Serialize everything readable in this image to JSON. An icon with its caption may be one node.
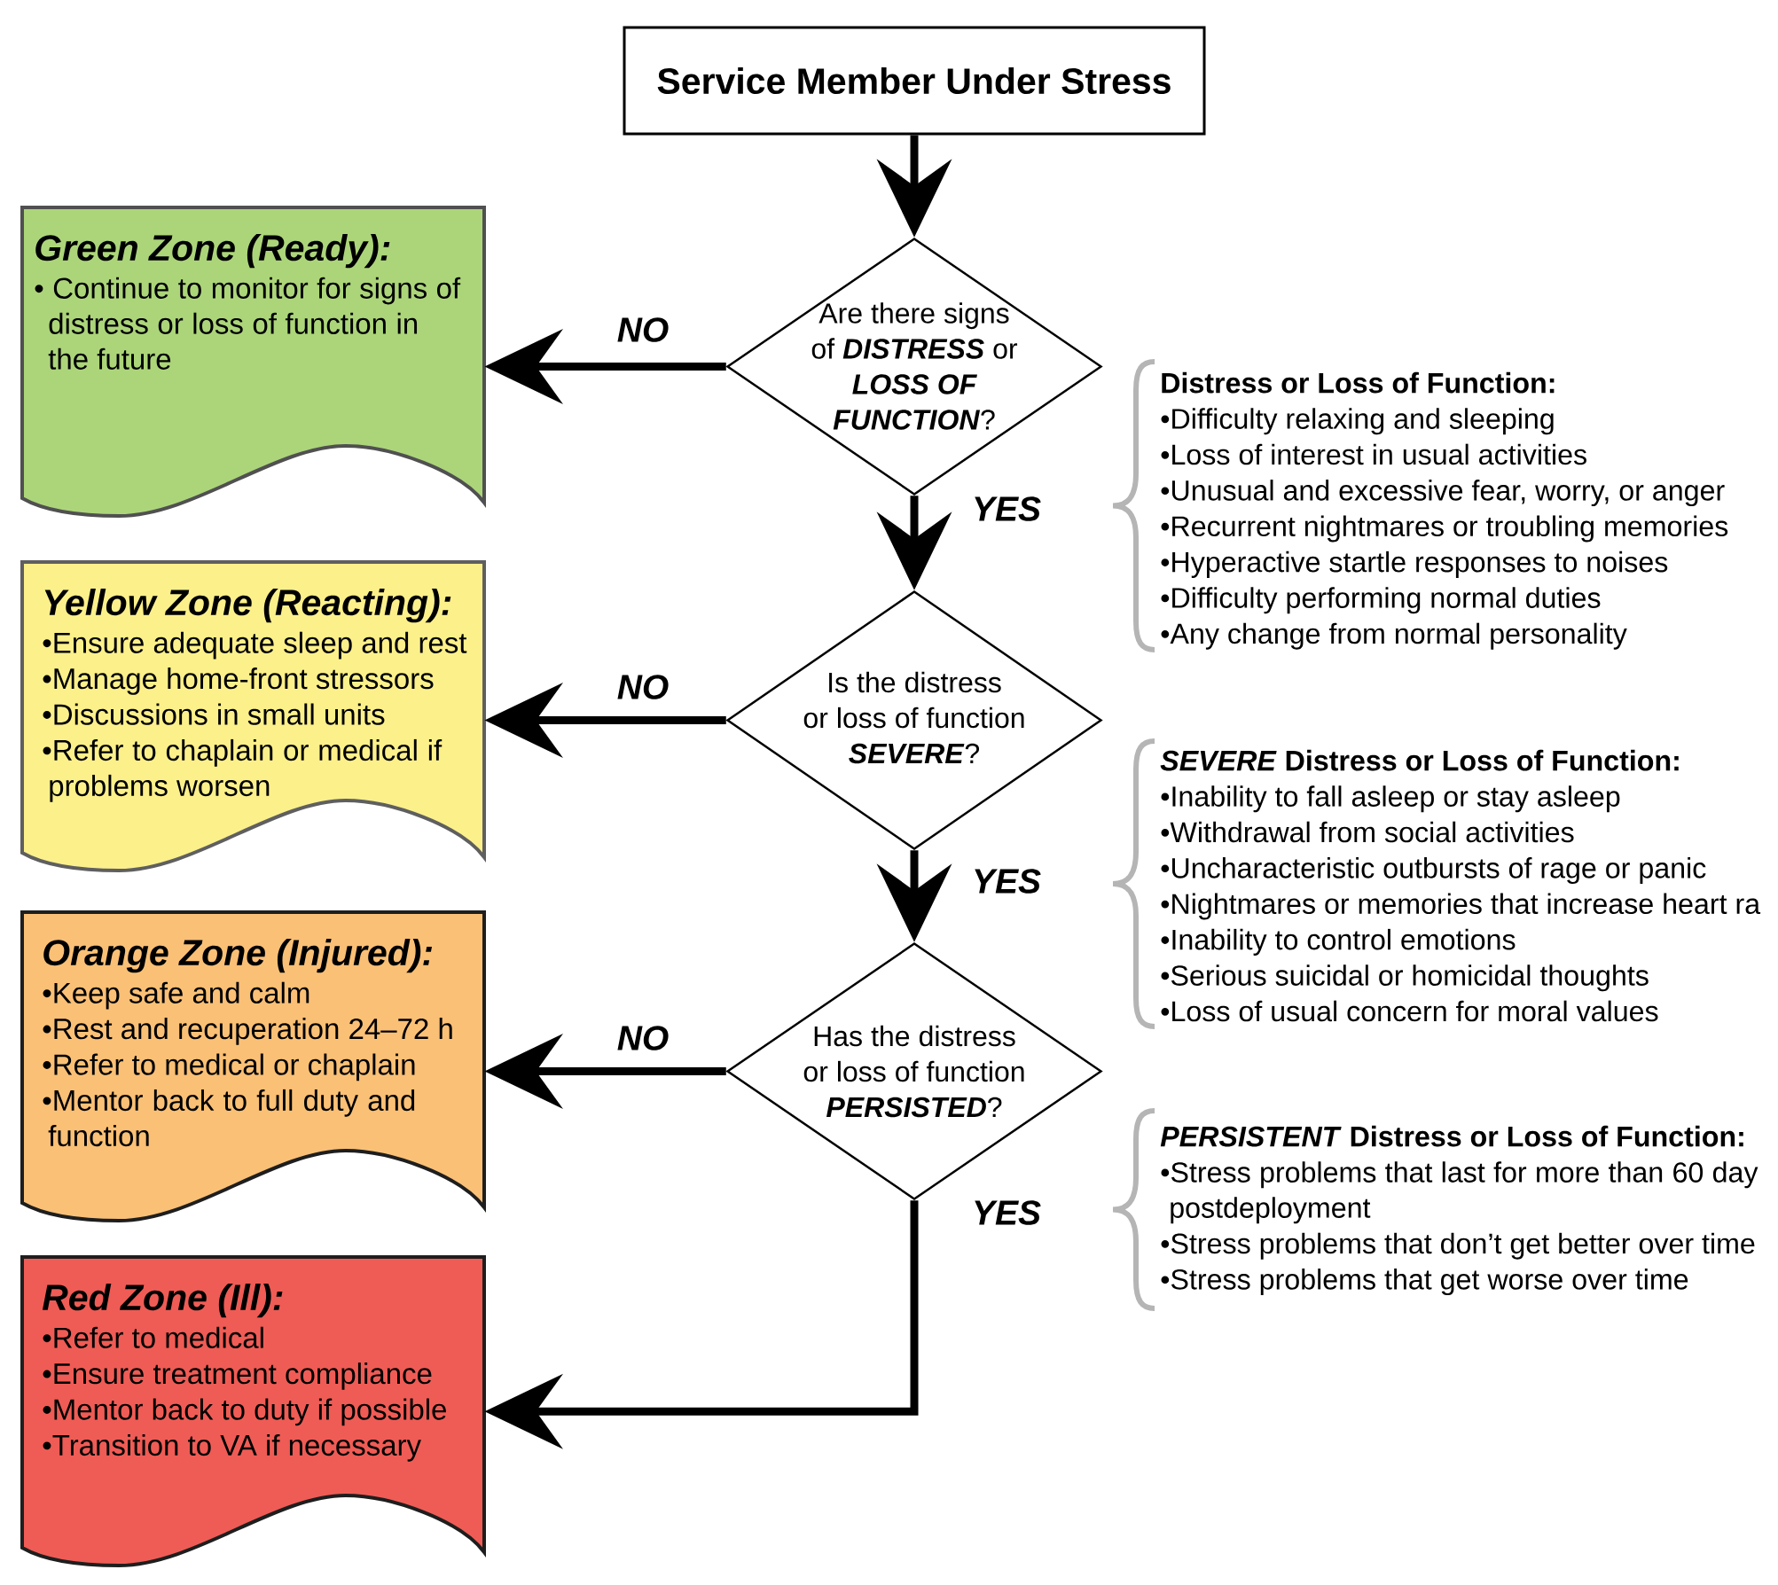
{
  "diagram": {
    "nodes": [
      {
        "text": [
          "Service Member Under Stress"
        ]
      },
      {
        "text": [
          "Are there signs of **DISTRESS** or **LOSS OF FUNCTION**?"
        ]
      },
      {
        "text": [
          "Green Zone (Ready):",
          "• Continue to monitor for signs of distress or loss of function in the future"
        ]
      },
      {
        "text": [
          "Is the distress or loss of function **SEVERE**?"
        ]
      },
      {
        "text": [
          "Yellow Zone (Reacting):",
          "•Ensure adequate sleep and rest",
          "•Manage home-front stressors",
          "•Discussions in small units",
          "•Refer to chaplain or medical if problems worsen"
        ]
      },
      {
        "text": [
          "Has the distress or loss of function **PERSISTED**?"
        ]
      },
      {
        "text": [
          "Orange Zone (Injured):",
          "•Keep safe and calm",
          "•Rest and recuperation 24–72 h",
          "•Refer to medical or chaplain",
          "•Mentor back to full duty and function"
        ]
      },
      {
        "text": [
          "Red Zone (Ill):",
          "•Refer to medical",
          "•Ensure treatment compliance",
          "•Mentor back to duty if possible",
          "•Transition to VA if necessary"
        ]
      }
    ],
    "edges": [
      {
        "from": 0,
        "to": 1,
        "arrow": "to"
      },
      {
        "from": 1,
        "to": 2,
        "arrow": "to",
        "label": "NO"
      },
      {
        "from": 1,
        "to": 3,
        "arrow": "to",
        "label": "YES"
      },
      {
        "from": 3,
        "to": 4,
        "arrow": "to",
        "label": "NO"
      },
      {
        "from": 3,
        "to": 5,
        "arrow": "to",
        "label": "YES"
      },
      {
        "from": 5,
        "to": 6,
        "arrow": "to",
        "label": "NO"
      },
      {
        "from": 5,
        "to": 7,
        "arrow": "to",
        "label": "YES"
      }
    ],
    "labels": [
      "Distress or Loss of Function:",
      "•Difficulty relaxing and sleeping",
      "•Loss of interest in usual activities",
      "•Unusual and excessive fear, worry, or anger",
      "•Recurrent nightmares or troubling memories",
      "•Hyperactive startle responses to noises",
      "•Difficulty performing normal duties",
      "•Any change from normal personality",
      "*SEVERE* Distress or Loss of Function:",
      "•Inability to fall asleep or stay asleep",
      "•Withdrawal from social activities",
      "•Uncharacteristic outbursts of rage or panic",
      "•Nightmares or memories that increase heart ra",
      "•Inability to control emotions",
      "•Serious suicidal or homicidal thoughts",
      "•Loss of usual concern for moral values",
      "*PERSISTENT* Distress or Loss of Function:",
      "•Stress problems that last for more than 60 day postdeployment",
      "•Stress problems that don’t get better over time",
      "•Stress problems that get worse over time"
    ]
  }
}
